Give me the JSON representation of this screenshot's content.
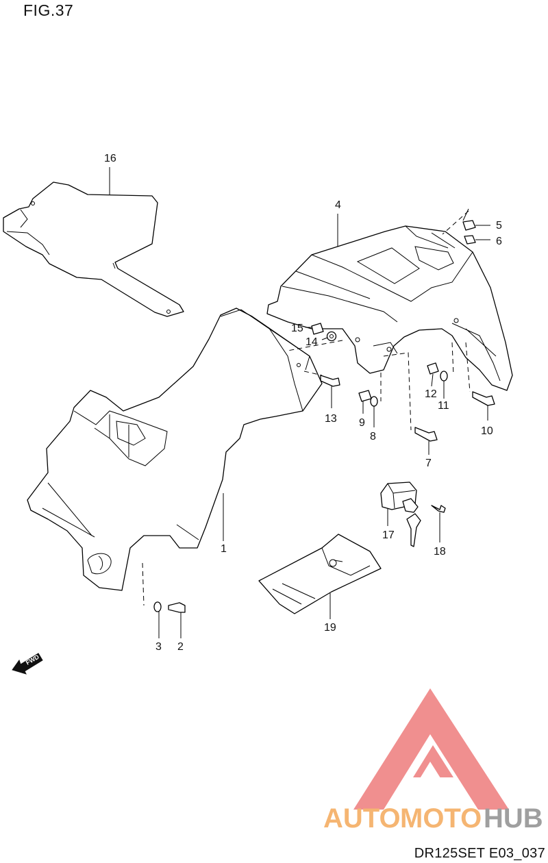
{
  "header": {
    "figure_label": "FIG.37"
  },
  "footer": {
    "drawing_code": "DR125SET E03_037"
  },
  "callouts": [
    {
      "id": "c1",
      "text": "1"
    },
    {
      "id": "c2",
      "text": "2"
    },
    {
      "id": "c3",
      "text": "3"
    },
    {
      "id": "c4",
      "text": "4"
    },
    {
      "id": "c5",
      "text": "5"
    },
    {
      "id": "c6",
      "text": "6"
    },
    {
      "id": "c7",
      "text": "7"
    },
    {
      "id": "c8",
      "text": "8"
    },
    {
      "id": "c9",
      "text": "9"
    },
    {
      "id": "c10",
      "text": "10"
    },
    {
      "id": "c11",
      "text": "11"
    },
    {
      "id": "c12",
      "text": "12"
    },
    {
      "id": "c13",
      "text": "13"
    },
    {
      "id": "c14",
      "text": "14"
    },
    {
      "id": "c15",
      "text": "15"
    },
    {
      "id": "c16",
      "text": "16"
    },
    {
      "id": "c17",
      "text": "17"
    },
    {
      "id": "c18",
      "text": "18"
    },
    {
      "id": "c19",
      "text": "19"
    }
  ],
  "direction_marker": {
    "text": "FWD"
  },
  "watermark": {
    "word_a": "AUTO",
    "word_b": "MOTO",
    "word_c": "HUB",
    "triangle_color": "#f08a8a",
    "orange": "#f5b26b",
    "gray": "#9a9a9a"
  }
}
